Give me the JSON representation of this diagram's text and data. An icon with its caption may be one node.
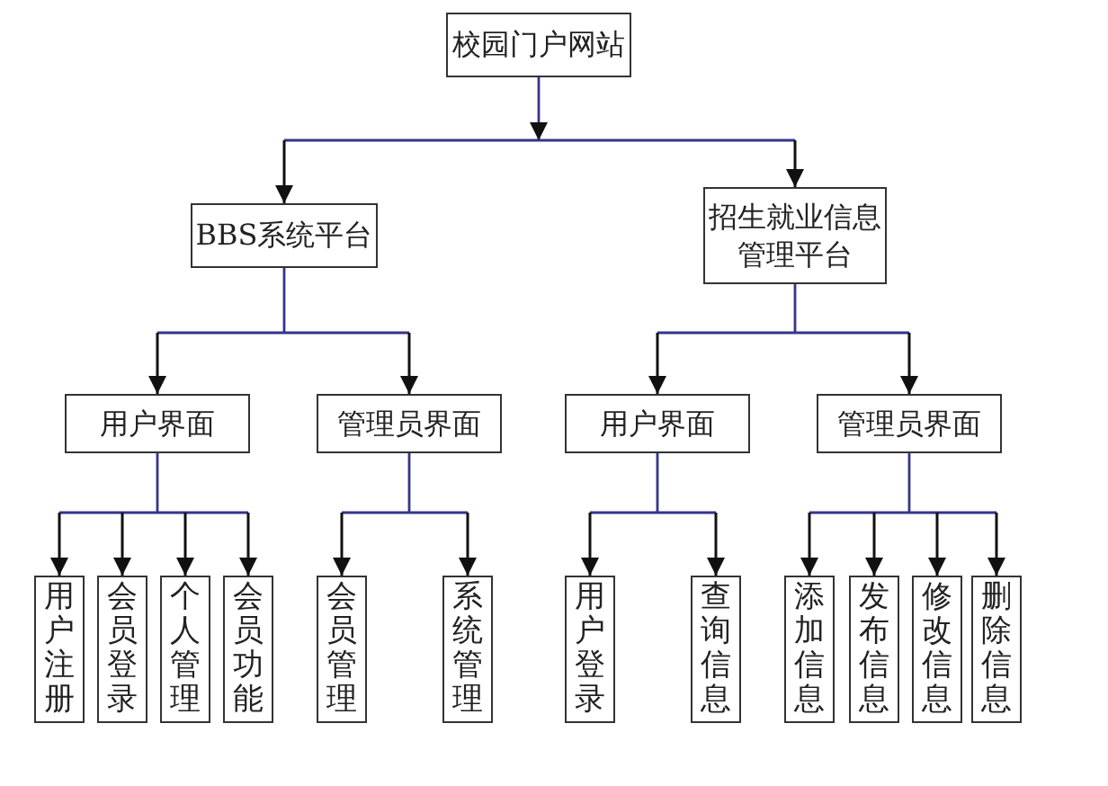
{
  "diagram": {
    "nodes": [
      {
        "text": [
          "校园门户网站"
        ]
      },
      {
        "text": [
          "BBS系统平台"
        ]
      },
      {
        "text": [
          "招生就业信息管理平台"
        ]
      },
      {
        "text": [
          "用户界面"
        ]
      },
      {
        "text": [
          "管理员界面"
        ]
      },
      {
        "text": [
          "用户界面"
        ]
      },
      {
        "text": [
          "管理员界面"
        ]
      },
      {
        "text": [
          "用户注册"
        ]
      },
      {
        "text": [
          "会员登录"
        ]
      },
      {
        "text": [
          "个人管理"
        ]
      },
      {
        "text": [
          "会员功能"
        ]
      },
      {
        "text": [
          "会员管理"
        ]
      },
      {
        "text": [
          "系统管理"
        ]
      },
      {
        "text": [
          "用户登录"
        ]
      },
      {
        "text": [
          "查询信息"
        ]
      },
      {
        "text": [
          "添加信息"
        ]
      },
      {
        "text": [
          "发布信息"
        ]
      },
      {
        "text": [
          "修改信息"
        ]
      },
      {
        "text": [
          "删除信息"
        ]
      }
    ],
    "edges": [
      {
        "from": 0,
        "to": 1,
        "arrow": "to"
      },
      {
        "from": 0,
        "to": 2,
        "arrow": "to"
      },
      {
        "from": 1,
        "to": 3,
        "arrow": "to"
      },
      {
        "from": 1,
        "to": 4,
        "arrow": "to"
      },
      {
        "from": 2,
        "to": 5,
        "arrow": "to"
      },
      {
        "from": 2,
        "to": 6,
        "arrow": "to"
      },
      {
        "from": 3,
        "to": 7,
        "arrow": "to"
      },
      {
        "from": 3,
        "to": 8,
        "arrow": "to"
      },
      {
        "from": 3,
        "to": 9,
        "arrow": "to"
      },
      {
        "from": 3,
        "to": 10,
        "arrow": "to"
      },
      {
        "from": 4,
        "to": 11,
        "arrow": "to"
      },
      {
        "from": 4,
        "to": 12,
        "arrow": "to"
      },
      {
        "from": 5,
        "to": 13,
        "arrow": "to"
      },
      {
        "from": 5,
        "to": 14,
        "arrow": "to"
      },
      {
        "from": 6,
        "to": 15,
        "arrow": "to"
      },
      {
        "from": 6,
        "to": 16,
        "arrow": "to"
      },
      {
        "from": 6,
        "to": 17,
        "arrow": "to"
      },
      {
        "from": 6,
        "to": 18,
        "arrow": "to"
      }
    ]
  }
}
